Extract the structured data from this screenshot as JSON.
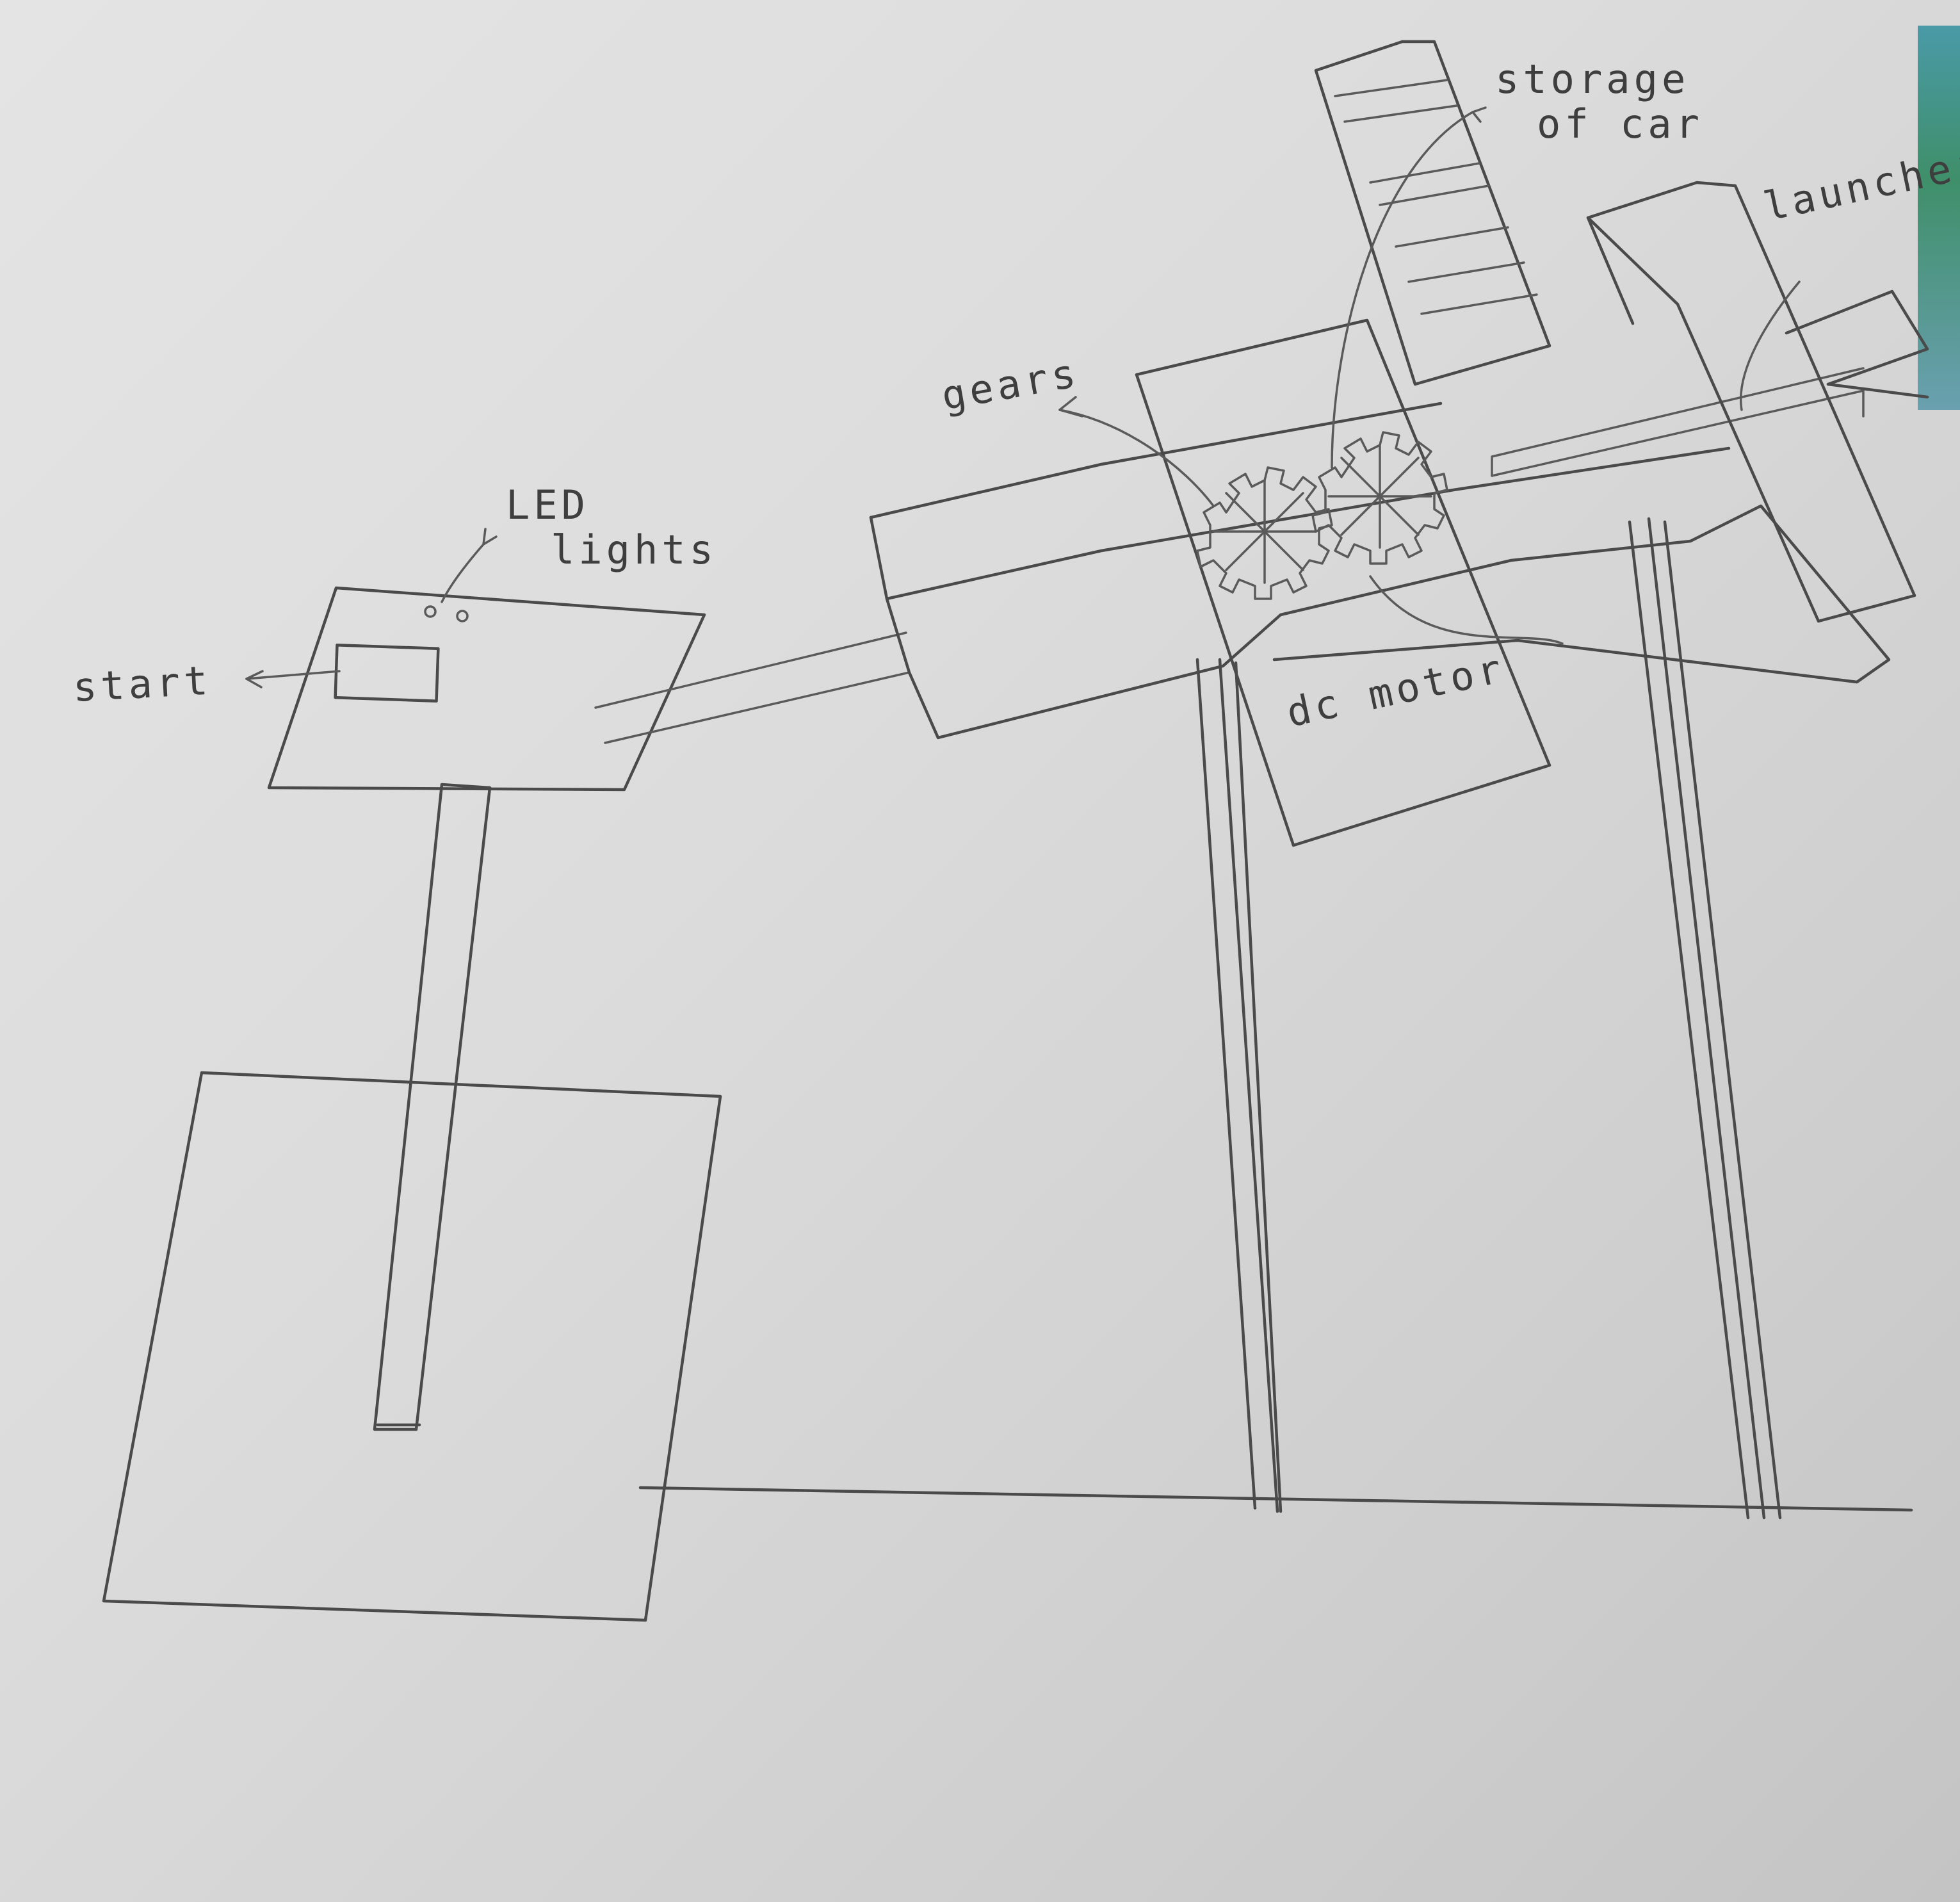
{
  "labels": {
    "storage": [
      "storage",
      "of car"
    ],
    "launcher": "launcher",
    "gears": "gears",
    "led": [
      "LED",
      "lights"
    ],
    "start": "start",
    "dc_motor": "dc motor"
  },
  "colors": {
    "paper": "#dcdcdc",
    "pencil": "#4a4a4a"
  }
}
